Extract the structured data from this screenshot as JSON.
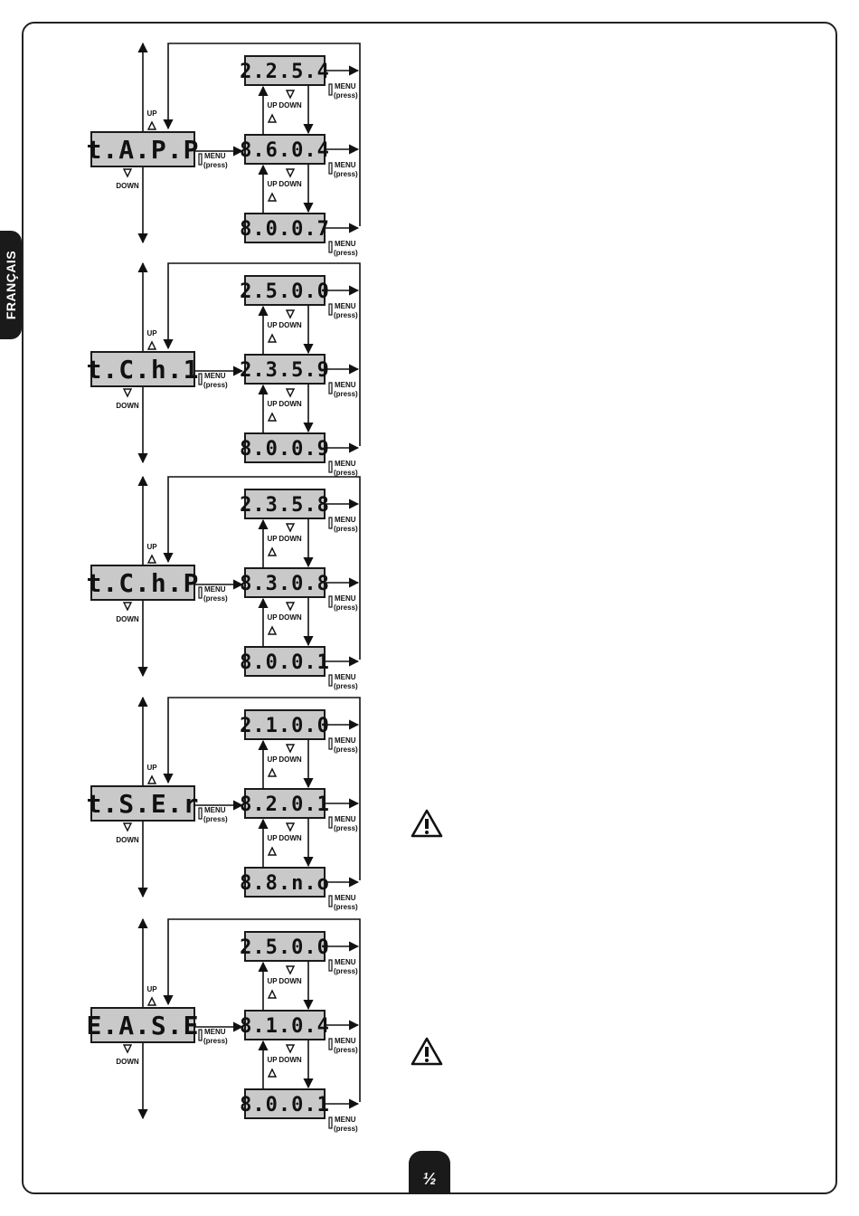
{
  "side_tab": {
    "label": "FRANÇAIS"
  },
  "labels": {
    "up": "UP",
    "down": "DOWN",
    "menu": "MENU",
    "press": "(press)"
  },
  "page_tab": {
    "label": "½"
  },
  "diagrams": [
    {
      "main": "t.A.P.P",
      "values": [
        "2.2.5.4",
        "8.6.0.4",
        "8.0.0.7"
      ]
    },
    {
      "main": "t.C.h.1",
      "values": [
        "2.5.0.0",
        "2.3.5.9",
        "8.0.0.9"
      ]
    },
    {
      "main": "t.C.h.P",
      "values": [
        "2.3.5.8",
        "8.3.0.8",
        "8.0.0.1"
      ]
    },
    {
      "main": "t.S.E.r",
      "values": [
        "2.1.0.0",
        "8.2.0.1",
        "8.8.n.o"
      ]
    },
    {
      "main": "E.A.S.E",
      "values": [
        "2.5.0.0",
        "8.1.0.4",
        "8.0.0.1"
      ]
    }
  ],
  "warnings": [
    {
      "icon": "warning-triangle-icon"
    },
    {
      "icon": "warning-triangle-icon"
    }
  ]
}
